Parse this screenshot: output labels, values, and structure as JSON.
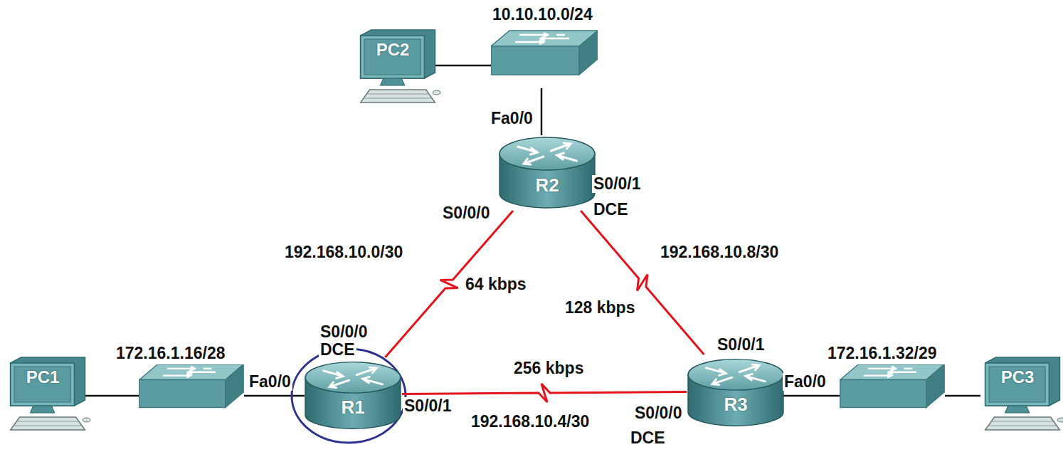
{
  "diagram": {
    "nodes": [
      {
        "text": [
          "PC2"
        ]
      },
      {
        "text": [
          "R2"
        ]
      },
      {
        "text": [
          "PC1"
        ]
      },
      {
        "text": [
          "R1"
        ]
      },
      {
        "text": [
          "R3"
        ]
      },
      {
        "text": [
          "PC3"
        ]
      }
    ],
    "edges": [
      {
        "from": 1,
        "to": 3,
        "label": "64 kbps",
        "arrow": "none"
      },
      {
        "from": 1,
        "to": 4,
        "label": "128 kbps",
        "arrow": "none"
      },
      {
        "from": 3,
        "to": 4,
        "label": "256 kbps",
        "arrow": "none"
      }
    ],
    "labels": [
      "10.10.10.0/24",
      "Fa0/0",
      "S0/0/0",
      "S0/0/1",
      "DCE",
      "192.168.10.0/30",
      "192.168.10.8/30",
      "S0/0/0",
      "DCE",
      "172.16.1.16/28",
      "Fa0/0",
      "S0/0/1",
      "192.168.10.4/30",
      "S0/0/0",
      "DCE",
      "S0/0/1",
      "172.16.1.32/29",
      "Fa0/0"
    ]
  }
}
